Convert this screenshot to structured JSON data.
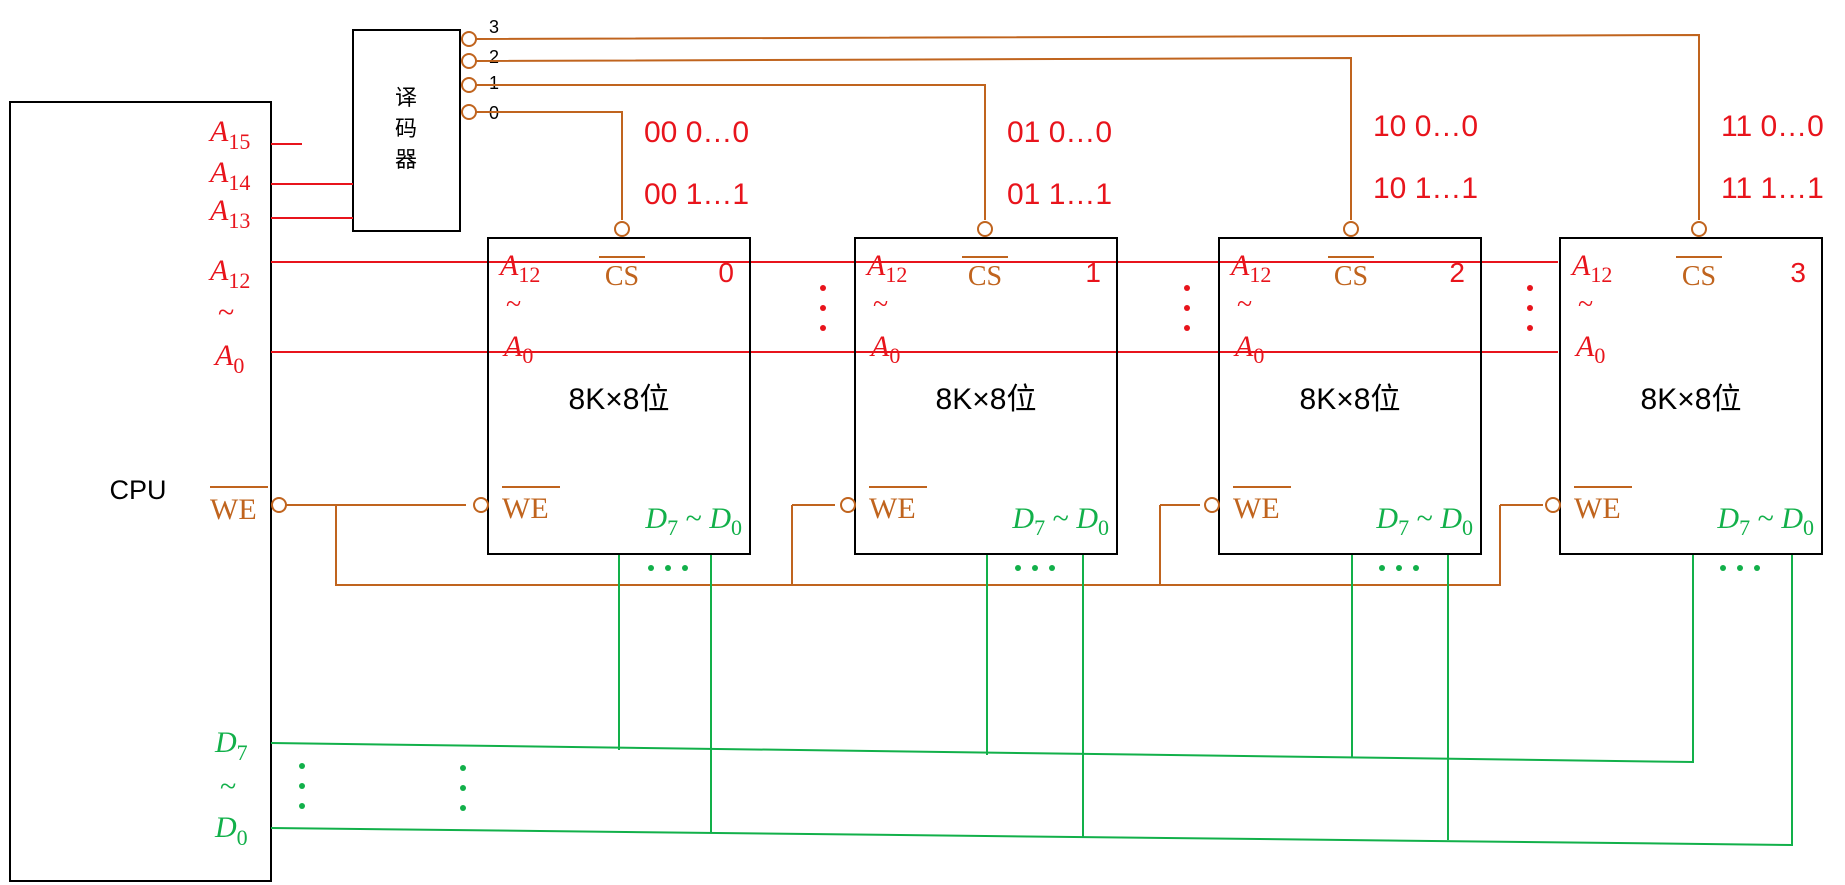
{
  "cpu": {
    "label": "CPU"
  },
  "decoder": {
    "chars": [
      "译",
      "码",
      "器"
    ],
    "outputs": [
      "3",
      "2",
      "1",
      "0"
    ]
  },
  "cpu_pins": {
    "a15": {
      "base": "A",
      "sub": "15"
    },
    "a14": {
      "base": "A",
      "sub": "14"
    },
    "a13": {
      "base": "A",
      "sub": "13"
    },
    "a12": {
      "base": "A",
      "sub": "12"
    },
    "tilde": "~",
    "a0": {
      "base": "A",
      "sub": "0"
    },
    "we": "WE",
    "d7": {
      "base": "D",
      "sub": "7"
    },
    "d0": {
      "base": "D",
      "sub": "0"
    }
  },
  "chip_labels": {
    "a12": {
      "base": "A",
      "sub": "12"
    },
    "tilde": "~",
    "a0": {
      "base": "A",
      "sub": "0"
    },
    "cs": "CS",
    "we": "WE",
    "data": {
      "d7": "D",
      "d7sub": "7",
      "sep": "~",
      "d0": "D",
      "d0sub": "0"
    }
  },
  "chips": [
    {
      "index": "0",
      "capacity": "8K×8位",
      "addr_start": "00 0…0",
      "addr_end": "00 1…1"
    },
    {
      "index": "1",
      "capacity": "8K×8位",
      "addr_start": "01 0…0",
      "addr_end": "01 1…1"
    },
    {
      "index": "2",
      "capacity": "8K×8位",
      "addr_start": "10 0…0",
      "addr_end": "10 1…1"
    },
    {
      "index": "3",
      "capacity": "8K×8位",
      "addr_start": "11 0…0",
      "addr_end": "11 1…1"
    }
  ],
  "colors": {
    "address": "#e8141c",
    "control": "#c0641e",
    "data": "#12b04a",
    "outline": "#000000"
  }
}
